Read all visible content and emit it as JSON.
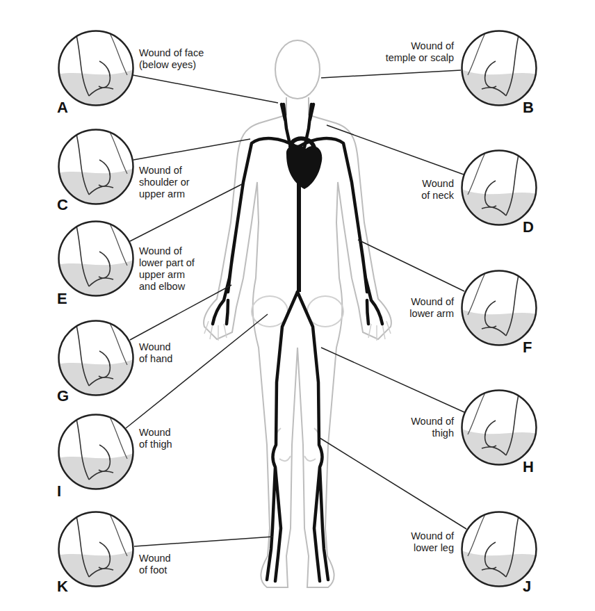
{
  "diagram": {
    "nodes": [
      {
        "text": [
          "Wound of face (below eyes)",
          "A"
        ]
      },
      {
        "text": [
          "Wound of temple or scalp",
          "B"
        ]
      },
      {
        "text": [
          "Wound of shoulder or upper arm",
          "C"
        ]
      },
      {
        "text": [
          "Wound of neck",
          "D"
        ]
      },
      {
        "text": [
          "Wound of lower part of upper arm and elbow",
          "E"
        ]
      },
      {
        "text": [
          "Wound of lower arm",
          "F"
        ]
      },
      {
        "text": [
          "Wound of hand",
          "G"
        ]
      },
      {
        "text": [
          "Wound of thigh",
          "H"
        ]
      },
      {
        "text": [
          "Wound of thigh",
          "I"
        ]
      },
      {
        "text": [
          "Wound of foot",
          "K"
        ]
      },
      {
        "text": [
          "Wound of lower leg",
          "J"
        ]
      }
    ]
  }
}
